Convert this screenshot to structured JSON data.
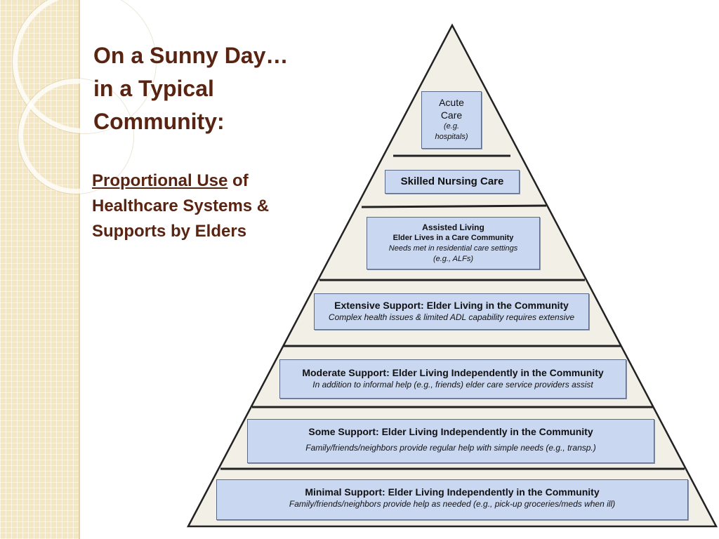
{
  "slide": {
    "title_lines": [
      "On a Sunny Day…",
      "in a Typical",
      "Community:"
    ],
    "subtitle": {
      "underlined": "Proportional Use",
      "rest_line1": " of",
      "rest_line2": "Healthcare Systems &",
      "rest_line3": "Supports by Elders"
    },
    "colors": {
      "title": "#5a2412",
      "box_fill": "#c9d7f1",
      "pyramid_fill": "#f1efe6"
    }
  },
  "pyramid": {
    "acute": {
      "line1": "Acute",
      "line2": "Care",
      "desc1": "(e.g.",
      "desc2": "hospitals)"
    },
    "skilled": {
      "label": "Skilled Nursing Care"
    },
    "assisted": {
      "label": "Assisted Living",
      "label2": "Elder Lives in a Care Community",
      "desc1": "Needs met in residential care settings",
      "desc2": "(e.g., ALFs)"
    },
    "extensive": {
      "label": "Extensive Support: Elder Living in the Community",
      "desc": "Complex health issues & limited ADL capability requires extensive"
    },
    "moderate": {
      "label": "Moderate Support: Elder Living Independently in the Community",
      "desc": "In addition to informal help (e.g., friends) elder care service providers assist"
    },
    "some": {
      "label": "Some Support: Elder Living Independently in the Community",
      "desc": "Family/friends/neighbors provide regular help with simple needs (e.g., transp.)"
    },
    "minimal": {
      "label": "Minimal Support: Elder Living Independently in the Community",
      "desc": "Family/friends/neighbors provide help as needed (e.g., pick-up groceries/meds when ill)"
    }
  }
}
